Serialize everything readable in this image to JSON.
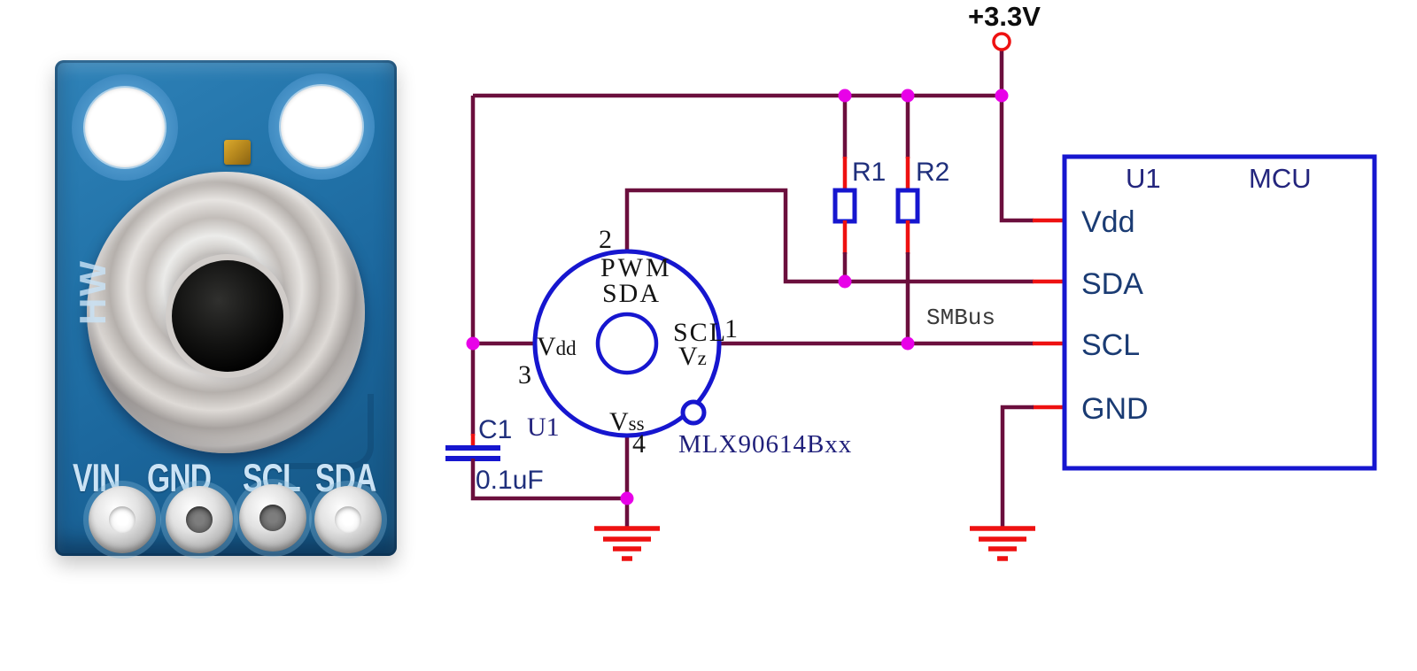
{
  "photo": {
    "board_marking": "HW",
    "pin_labels": [
      "VIN",
      "GND",
      "SCL",
      "SDA"
    ]
  },
  "schematic": {
    "power_rail": {
      "label": "+3.3V"
    },
    "resistors": [
      {
        "label": "R1"
      },
      {
        "label": "R2"
      }
    ],
    "capacitor": {
      "refdes": "C1",
      "value": "0.1uF"
    },
    "sensor": {
      "refdes": "U1",
      "part_number": "MLX90614Bxx",
      "pins": {
        "top": {
          "number": "2",
          "line1": "PWM",
          "line2": "SDA"
        },
        "left": {
          "number": "3",
          "base": "V",
          "sub": "dd"
        },
        "right": {
          "number": "1",
          "line1": "SCL",
          "base": "V",
          "sub": "z"
        },
        "bottom": {
          "number": "4",
          "base": "V",
          "sub": "ss"
        }
      }
    },
    "bus_label": "SMBus",
    "mcu": {
      "refdes": "U1",
      "label": "MCU",
      "pins": [
        {
          "label": "Vdd"
        },
        {
          "label": "SDA"
        },
        {
          "label": "SCL"
        },
        {
          "label": "GND"
        }
      ]
    },
    "colors": {
      "wire": "#6b0f3d",
      "pin_stub_red": "#ee1111",
      "junction_dot": "#e801e8",
      "component_blue": "#1616cf",
      "label_navy": "#1f2f7c",
      "mcu_text": "#1a3b73",
      "pcb_blue": "#2273a9",
      "silkscreen": "#cbe3f5"
    }
  }
}
